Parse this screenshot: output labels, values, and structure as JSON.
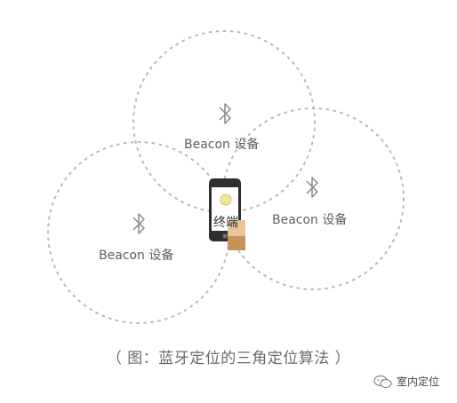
{
  "beacons": [
    {
      "label": "Beacon 设备",
      "icon": "bluetooth-icon"
    },
    {
      "label": "Beacon 设备",
      "icon": "bluetooth-icon"
    },
    {
      "label": "Beacon 设备",
      "icon": "bluetooth-icon"
    }
  ],
  "terminal": {
    "label": "终端",
    "icon": "smartphone-icon"
  },
  "caption": "（ 图：蓝牙定位的三角定位算法 ）",
  "watermark": {
    "text": "室内定位",
    "icon": "wechat-icon"
  },
  "colors": {
    "circle": "#b9b9b9",
    "text": "#606060",
    "phone": "#2f2f2f",
    "hand": "#c8915a"
  }
}
